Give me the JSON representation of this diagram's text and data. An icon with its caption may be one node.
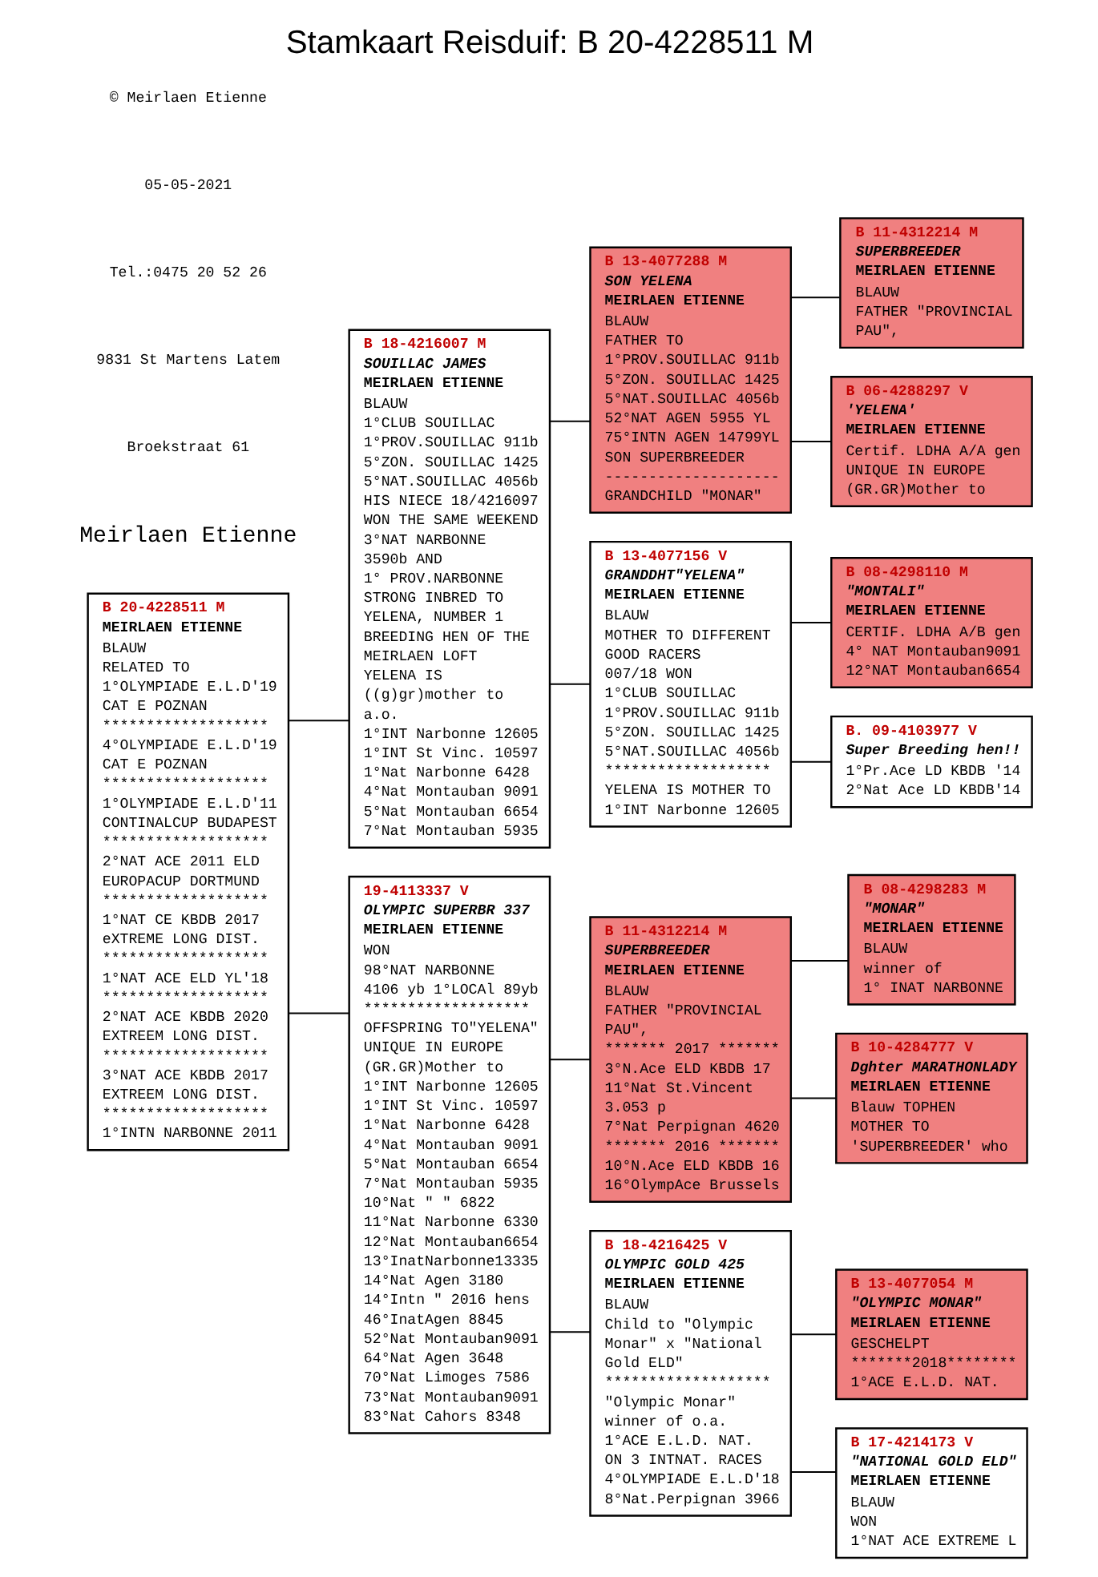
{
  "diagram": {
    "title": "Stamkaart Reisduif: B 20-4228511 M",
    "nodes": [
      {
        "text": [
          "B 20-4228511 M",
          "MEIRLAEN ETIENNE",
          "BLAUW",
          "RELATED TO",
          "1°OLYMPIADE E.L.D'19",
          "CAT E POZNAN",
          "*******************",
          "4°OLYMPIADE E.L.D'19",
          "CAT E POZNAN",
          "*******************",
          "1°OLYMPIADE E.L.D'11",
          "CONTINALCUP BUDAPEST",
          "*******************",
          "2°NAT ACE 2011 ELD",
          "EUROPACUP DORTMUND",
          "*******************",
          "1°NAT CE KBDB 2017",
          "eXTREME LONG DIST.",
          "*******************",
          "1°NAT ACE ELD YL'18",
          "*******************",
          "2°NAT ACE KBDB 2020",
          "EXTREEM LONG DIST.",
          "*******************",
          "3°NAT ACE KBDB 2017",
          "EXTREEM LONG DIST.",
          "*******************",
          "1°INTN NARBONNE 2011"
        ]
      },
      {
        "text": [
          "B 18-4216007 M",
          "SOUILLAC JAMES",
          "MEIRLAEN ETIENNE",
          "BLAUW",
          "1°CLUB SOUILLAC",
          "1°PROV.SOUILLAC 911b",
          "5°ZON. SOUILLAC 1425",
          "5°NAT.SOUILLAC 4056b",
          "HIS NIECE 18/4216097",
          "WON THE SAME WEEKEND",
          "3°NAT NARBONNE",
          "3590b AND",
          "1° PROV.NARBONNE",
          "STRONG INBRED TO",
          "YELENA, NUMBER 1",
          "BREEDING HEN OF THE",
          "MEIRLAEN LOFT",
          "YELENA IS",
          "((g)gr)mother to",
          "a.o.",
          "1°INT Narbonne 12605",
          "1°INT St Vinc. 10597",
          "1°Nat Narbonne 6428",
          "4°Nat Montauban 9091",
          "5°Nat Montauban 6654",
          "7°Nat Montauban 5935"
        ]
      },
      {
        "text": [
          "19-4113337 V",
          "OLYMPIC SUPERBR 337",
          "MEIRLAEN ETIENNE",
          "WON",
          "98°NAT NARBONNE",
          "4106 yb 1°LOCAl 89yb",
          "*******************",
          "OFFSPRING TO\"YELENA\"",
          "UNIQUE IN EUROPE",
          "(GR.GR)Mother to",
          "1°INT Narbonne 12605",
          "1°INT St Vinc. 10597",
          "1°Nat Narbonne 6428",
          "4°Nat Montauban 9091",
          "5°Nat Montauban 6654",
          "7°Nat Montauban 5935",
          "10°Nat \" \" 6822",
          "11°Nat Narbonne 6330",
          "12°Nat Montauban6654",
          "13°InatNarbonne13335",
          "14°Nat Agen 3180",
          "14°Intn \" 2016 hens",
          "46°InatAgen 8845",
          "52°Nat Montauban9091",
          "64°Nat Agen 3648",
          "70°Nat Limoges 7586",
          "73°Nat Montauban9091",
          "83°Nat Cahors 8348"
        ]
      },
      {
        "text": [
          "B 13-4077288 M",
          "SON YELENA",
          "MEIRLAEN ETIENNE",
          "BLAUW",
          "FATHER TO",
          "1°PROV.SOUILLAC 911b",
          "5°ZON. SOUILLAC 1425",
          "5°NAT.SOUILLAC 4056b",
          "52°NAT AGEN 5955 YL",
          "75°INTN AGEN 14799YL",
          "SON SUPERBREEDER",
          "--------------------",
          "GRANDCHILD \"MONAR\""
        ]
      },
      {
        "text": [
          "B 13-4077156 V",
          "GRANDDHT\"YELENA\"",
          "MEIRLAEN ETIENNE",
          "BLAUW",
          "MOTHER TO DIFFERENT",
          "GOOD RACERS",
          "007/18 WON",
          "1°CLUB SOUILLAC",
          "1°PROV.SOUILLAC 911b",
          "5°ZON. SOUILLAC 1425",
          "5°NAT.SOUILLAC 4056b",
          "*******************",
          "YELENA IS MOTHER TO",
          "1°INT Narbonne 12605"
        ]
      },
      {
        "text": [
          "B 11-4312214 M",
          "SUPERBREEDER",
          "MEIRLAEN ETIENNE",
          "BLAUW",
          "FATHER \"PROVINCIAL",
          "PAU\",",
          "******* 2017 *******",
          "3°N.Ace ELD KBDB 17",
          "11°Nat St.Vincent",
          "3.053 p",
          "7°Nat Perpignan 4620",
          "******* 2016 *******",
          "10°N.Ace ELD KBDB 16",
          "16°OlympAce Brussels"
        ]
      },
      {
        "text": [
          "B 18-4216425 V",
          "OLYMPIC GOLD 425",
          "MEIRLAEN ETIENNE",
          "BLAUW",
          "Child to \"Olympic",
          "Monar\" x \"National",
          "Gold ELD\"",
          "*******************",
          "\"Olympic Monar\"",
          "winner of o.a.",
          "1°ACE E.L.D. NAT.",
          "ON 3 INTNAT. RACES",
          "4°OLYMPIADE E.L.D'18",
          "8°Nat.Perpignan 3966"
        ]
      },
      {
        "text": [
          "B 11-4312214 M",
          "SUPERBREEDER",
          "MEIRLAEN ETIENNE",
          "BLAUW",
          "FATHER \"PROVINCIAL",
          "PAU\","
        ]
      },
      {
        "text": [
          "B 06-4288297 V",
          "'YELENA'",
          "MEIRLAEN ETIENNE",
          "Certif. LDHA A/A gen",
          "UNIQUE IN EUROPE",
          "(GR.GR)Mother to"
        ]
      },
      {
        "text": [
          "B 08-4298110 M",
          "\"MONTALI\"",
          "MEIRLAEN ETIENNE",
          "CERTIF. LDHA A/B gen",
          "4° NAT Montauban9091",
          "12°NAT Montauban6654"
        ]
      },
      {
        "text": [
          "B. 09-4103977 V",
          "Super Breeding hen!!",
          "1°Pr.Ace LD KBDB '14",
          "2°Nat Ace LD KBDB'14"
        ]
      },
      {
        "text": [
          "B 08-4298283 M",
          "\"MONAR\"",
          "MEIRLAEN ETIENNE",
          "BLAUW",
          "winner of",
          "1° INAT NARBONNE"
        ]
      },
      {
        "text": [
          "B 10-4284777 V",
          "Dghter MARATHONLADY",
          "MEIRLAEN ETIENNE",
          "Blauw TOPHEN",
          "MOTHER TO",
          "'SUPERBREEDER' who"
        ]
      },
      {
        "text": [
          "B 13-4077054 M",
          "\"OLYMPIC MONAR\"",
          "MEIRLAEN ETIENNE",
          "GESCHELPT",
          "*******2018********",
          "1°ACE E.L.D. NAT."
        ]
      },
      {
        "text": [
          "B 17-4214173 V",
          "\"NATIONAL GOLD ELD\"",
          "MEIRLAEN ETIENNE",
          "BLAUW",
          "WON",
          "1°NAT ACE EXTREME L"
        ]
      }
    ],
    "edges": [
      {
        "from": 0,
        "to": 1,
        "arrow": "none"
      },
      {
        "from": 0,
        "to": 2,
        "arrow": "none"
      },
      {
        "from": 1,
        "to": 3,
        "arrow": "none"
      },
      {
        "from": 1,
        "to": 4,
        "arrow": "none"
      },
      {
        "from": 2,
        "to": 5,
        "arrow": "none"
      },
      {
        "from": 2,
        "to": 6,
        "arrow": "none"
      },
      {
        "from": 3,
        "to": 7,
        "arrow": "none"
      },
      {
        "from": 3,
        "to": 8,
        "arrow": "none"
      },
      {
        "from": 4,
        "to": 9,
        "arrow": "none"
      },
      {
        "from": 4,
        "to": 10,
        "arrow": "none"
      },
      {
        "from": 5,
        "to": 11,
        "arrow": "none"
      },
      {
        "from": 5,
        "to": 12,
        "arrow": "none"
      },
      {
        "from": 6,
        "to": 13,
        "arrow": "none"
      },
      {
        "from": 6,
        "to": 14,
        "arrow": "none"
      }
    ],
    "labels": [
      "Meirlaen Etienne",
      "Broekstraat 61",
      "9831 St Martens Latem",
      "Tel.:0475 20 52 26",
      "05-05-2021",
      "© Meirlaen Etienne"
    ]
  }
}
